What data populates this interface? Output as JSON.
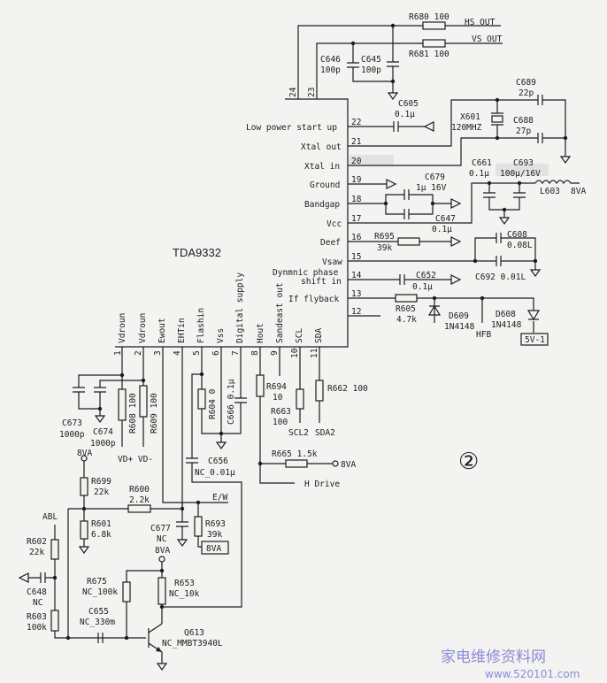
{
  "chip": {
    "name": "TDA9332"
  },
  "right_pins": [
    {
      "num": "22",
      "label": "Low power start up"
    },
    {
      "num": "21",
      "label": "Xtal out"
    },
    {
      "num": "20",
      "label": "Xtal in"
    },
    {
      "num": "19",
      "label": "Ground"
    },
    {
      "num": "18",
      "label": "Bandgap"
    },
    {
      "num": "17",
      "label": "Vcc"
    },
    {
      "num": "16",
      "label": "Deef"
    },
    {
      "num": "15",
      "label": "Vsaw"
    },
    {
      "num": "14",
      "label": "Dynmnic phase",
      "label2": "shift in"
    },
    {
      "num": "13",
      "label": "If flyback"
    },
    {
      "num": "12",
      "label": ""
    }
  ],
  "top_pins": [
    {
      "num": "24"
    },
    {
      "num": "23"
    }
  ],
  "bottom_pins": [
    {
      "num": "1",
      "label": "Vdroun"
    },
    {
      "num": "2",
      "label": "Vdroun"
    },
    {
      "num": "3",
      "label": "Ewout"
    },
    {
      "num": "4",
      "label": "EHTin"
    },
    {
      "num": "5",
      "label": "Flashin"
    },
    {
      "num": "6",
      "label": "Vss"
    },
    {
      "num": "7",
      "label": "Digital supply"
    },
    {
      "num": "8",
      "label": "Hout"
    },
    {
      "num": "9",
      "label": "Sandeast out"
    },
    {
      "num": "10",
      "label": "SCL"
    },
    {
      "num": "11",
      "label": "SDA"
    }
  ],
  "components": {
    "r680": "R680  100",
    "r681": "R681  100",
    "hs_out": "HS OUT",
    "vs_out": "VS OUT",
    "c646": "C646",
    "c646v": "100p",
    "c645": "C645",
    "c645v": "100p",
    "c605": "C605",
    "c605v": "0.1μ",
    "c689": "C689",
    "c689v": "22p",
    "x601": "X601",
    "x601v": "120MHZ",
    "c688": "C688",
    "c688v": "27p",
    "c661": "C661",
    "c661v": "0.1μ",
    "c693": "C693",
    "c693v": "100μ/16V",
    "l603": "L603",
    "l603n": "8VA",
    "c679": "C679",
    "c679v": "1μ  16V",
    "c647": "C647",
    "c647v": "0.1μ",
    "r695": "R695",
    "r695v": "39k",
    "c608": "C608",
    "c608v": "0.08L",
    "c692": "C692  0.01L",
    "c652": "C652",
    "c652v": "0.1μ",
    "r605": "R605",
    "r605v": "4.7k",
    "d609": "D609",
    "d609v": "1N4148",
    "d608": "D608",
    "d608v": "1N4148",
    "hfb": "HFB",
    "v5": "5V-1",
    "c673": "C673",
    "c673v": "1000p",
    "c674": "C674",
    "c674v": "1000p",
    "r608": "R608  100",
    "r609": "R609  100",
    "vd": "VD+ VD-",
    "r604": "R604  0",
    "c666": "C666  0.1μ",
    "r694": "R694",
    "r694v": "10",
    "r663": "R663",
    "r663v": "100",
    "r662": "R662  100",
    "scl2": "SCL2",
    "sda2": "SDA2",
    "r665": "R665  1.5k",
    "r665n": "8VA",
    "hdrive": "H Drive",
    "c656": "C656",
    "c656v": "NC_0.01μ",
    "ew": "E/W",
    "vcc8a": "8VA",
    "r699": "R699",
    "r699v": "22k",
    "r600": "R600",
    "r600v": "2.2k",
    "r601": "R601",
    "r601v": "6.8k",
    "c677": "C677",
    "c677v": "NC",
    "vcc8b": "8VA",
    "r693": "R693",
    "r693v": "39k",
    "box8va": "8VA",
    "abl": "ABL",
    "r602": "R602",
    "r602v": "22k",
    "c648": "C648",
    "c648v": "NC",
    "r603": "R603",
    "r603v": "100k",
    "r675": "R675",
    "r675v": "NC_100k",
    "r653": "R653",
    "r653v": "NC_10k",
    "c655": "C655",
    "c655v": "NC_330m",
    "q613": "Q613",
    "q613v": "NC_MMBT3940L"
  },
  "figure_number": "②",
  "watermark": {
    "title": "家电维修资料网",
    "url": "www.520101.com"
  }
}
